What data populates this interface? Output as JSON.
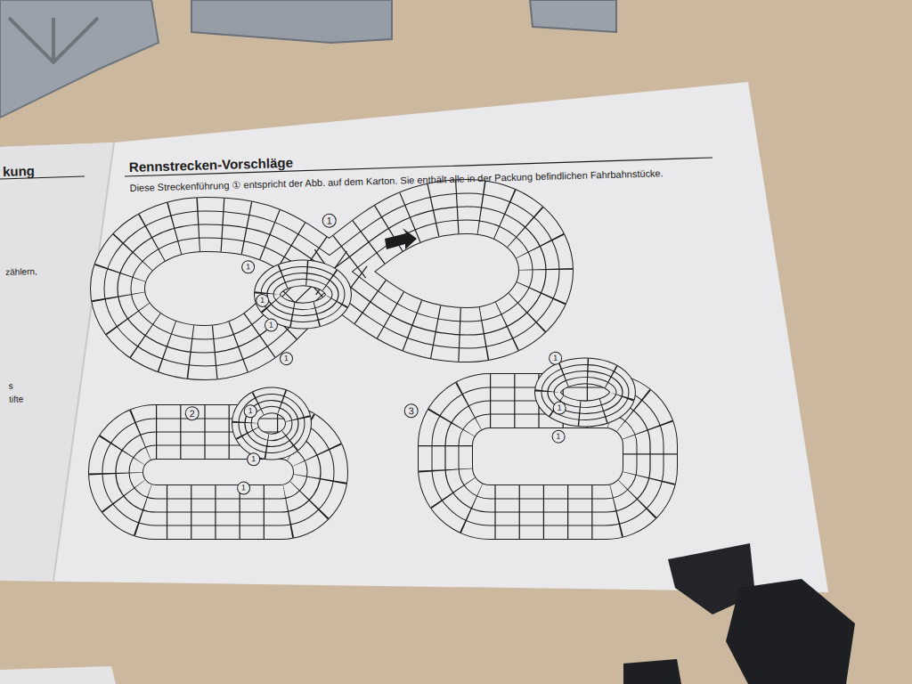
{
  "diagram": {
    "title": "Rennstrecken-Vorschläge",
    "labels": [
      "Diese Streckenführung ① entspricht der Abb. auf dem Karton. Sie enthält alle in der Packung befindlichen Fahrbahnstücke.",
      "1",
      "1",
      "1",
      "1",
      "1",
      "2",
      "1",
      "1",
      "1",
      "3",
      "1",
      "1",
      "1",
      "kung",
      "zählern,",
      "s",
      "tifte"
    ]
  }
}
